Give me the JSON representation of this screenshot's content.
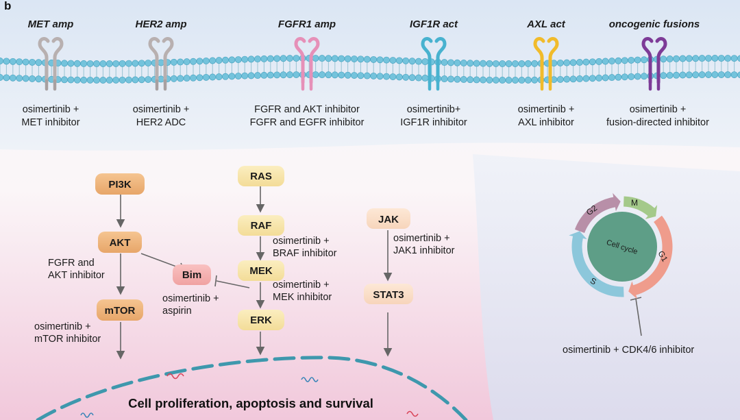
{
  "panel_letter": "b",
  "receptors": [
    {
      "label": "MET amp",
      "drug_lines": [
        "osimertinib +",
        "MET inhibitor"
      ],
      "color": "#e8e2e2"
    },
    {
      "label": "HER2 amp",
      "drug_lines": [
        "osimertinib +",
        "HER2 ADC"
      ],
      "color": "#e4ebe8"
    },
    {
      "label": "FGFR1 amp",
      "drug_lines": [
        "FGFR and AKT inhibitor",
        "FGFR and EGFR inhibitor"
      ],
      "color": "#e690b8"
    },
    {
      "label": "IGF1R act",
      "drug_lines": [
        "osimertinib+",
        "IGF1R inhibitor"
      ],
      "color": "#48b2cf"
    },
    {
      "label": "AXL act",
      "drug_lines": [
        "osimertinib +",
        "AXL inhibitor"
      ],
      "color": "#f1bb2b"
    },
    {
      "label": "oncogenic fusions",
      "drug_lines": [
        "osimertinib +",
        "fusion-directed inhibitor"
      ],
      "color": "#7d3b97"
    }
  ],
  "nodes": {
    "pi3k": "PI3K",
    "akt": "AKT",
    "mtor": "mTOR",
    "bim": "Bim",
    "ras": "RAS",
    "raf": "RAF",
    "mek": "MEK",
    "erk": "ERK",
    "jak": "JAK",
    "stat3": "STAT3"
  },
  "annotations": {
    "fgfr_akt": [
      "FGFR and",
      "AKT inhibitor"
    ],
    "mtor_inh": [
      "osimertinib +",
      "mTOR inhibitor"
    ],
    "aspirin": [
      "osimertinib +",
      "aspirin"
    ],
    "braf": [
      "osimertinib +",
      "BRAF inhibitor"
    ],
    "mek_inh": [
      "osimertinib +",
      "MEK inhibitor"
    ],
    "jak1": [
      "osimertinib +",
      "JAK1 inhibitor"
    ],
    "cdk46": "osimertinib + CDK4/6 inhibitor"
  },
  "cell_cycle": {
    "center_label": "Cell cycle",
    "phases": [
      {
        "label": "G2",
        "color": "#b88fa8"
      },
      {
        "label": "M",
        "color": "#a4c98a"
      },
      {
        "label": "G1",
        "color": "#ef9c8c"
      },
      {
        "label": "S",
        "color": "#8cc7db"
      }
    ]
  },
  "footer": "Cell proliferation, apoptosis and survival"
}
